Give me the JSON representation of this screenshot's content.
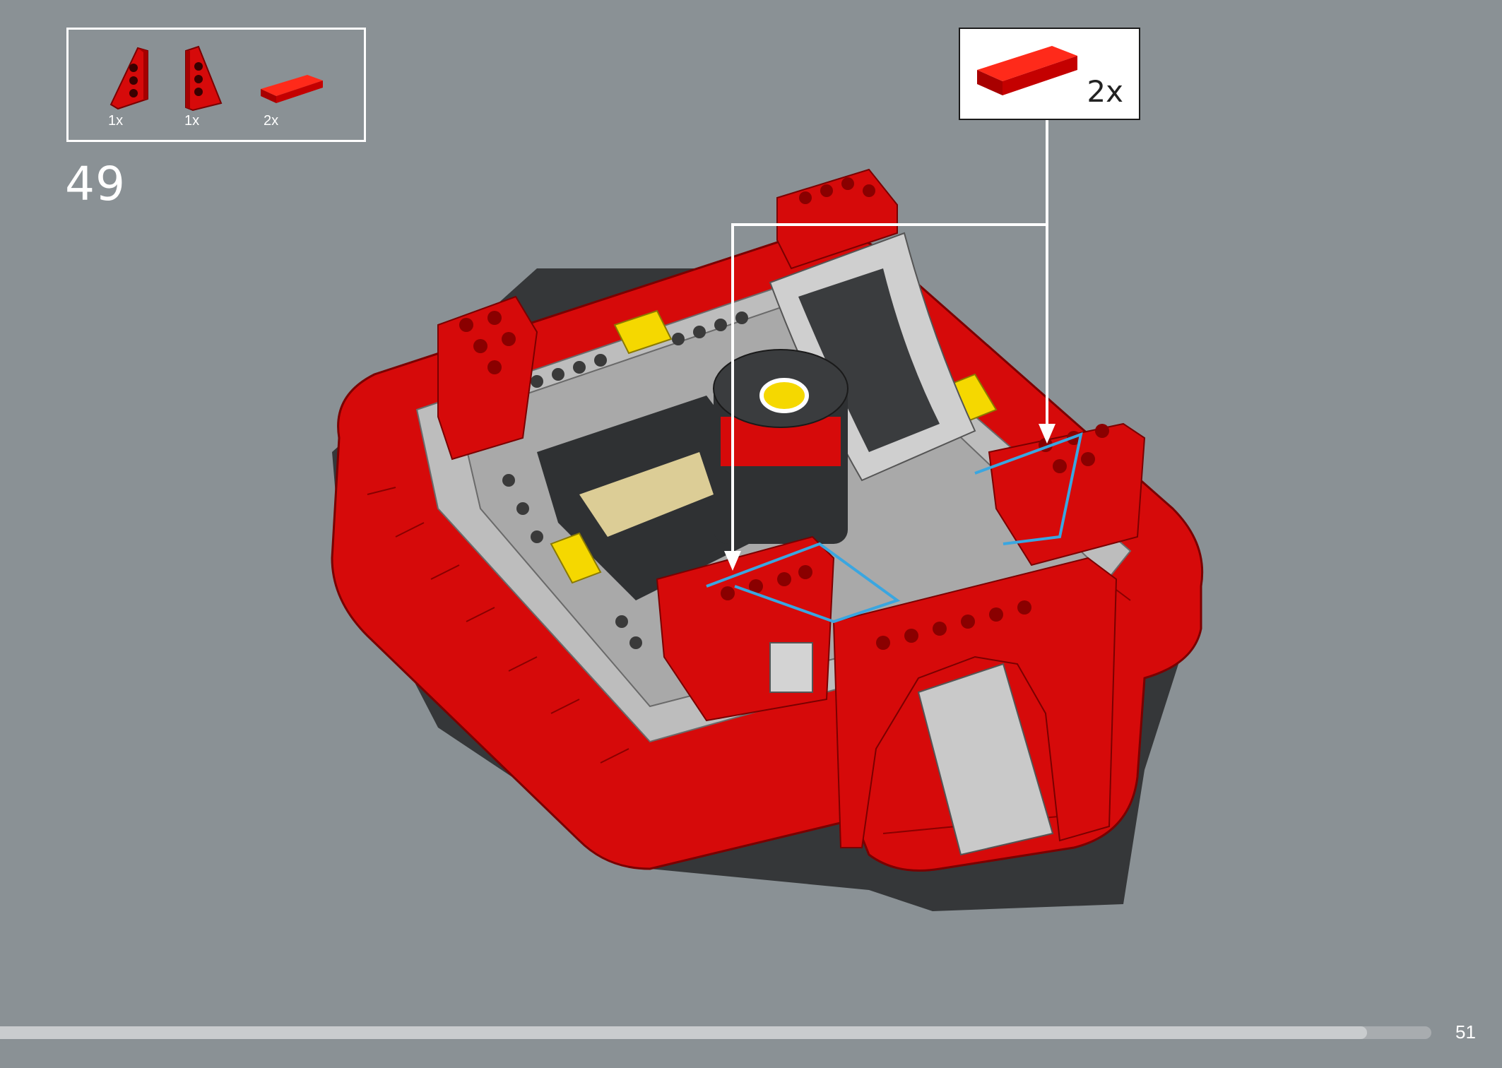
{
  "step": {
    "number": "49"
  },
  "parts_list": [
    {
      "icon": "red-wedge-plate-left-icon",
      "qty": "1x"
    },
    {
      "icon": "red-wedge-plate-right-icon",
      "qty": "1x"
    },
    {
      "icon": "red-tile-1x4-icon",
      "qty": "2x"
    }
  ],
  "callout": {
    "icon": "red-tile-1x4-icon",
    "qty": "2x"
  },
  "progress": {
    "fraction": 0.955
  },
  "page": {
    "number": "51"
  },
  "colors": {
    "background": "#8a9195",
    "brick_red": "#d60a0a",
    "brick_dark": "#2f3133",
    "brick_light": "#c9c9c9",
    "brick_yellow": "#f5d800",
    "brick_tan": "#dccd96",
    "highlight": "#3aa6e0"
  }
}
